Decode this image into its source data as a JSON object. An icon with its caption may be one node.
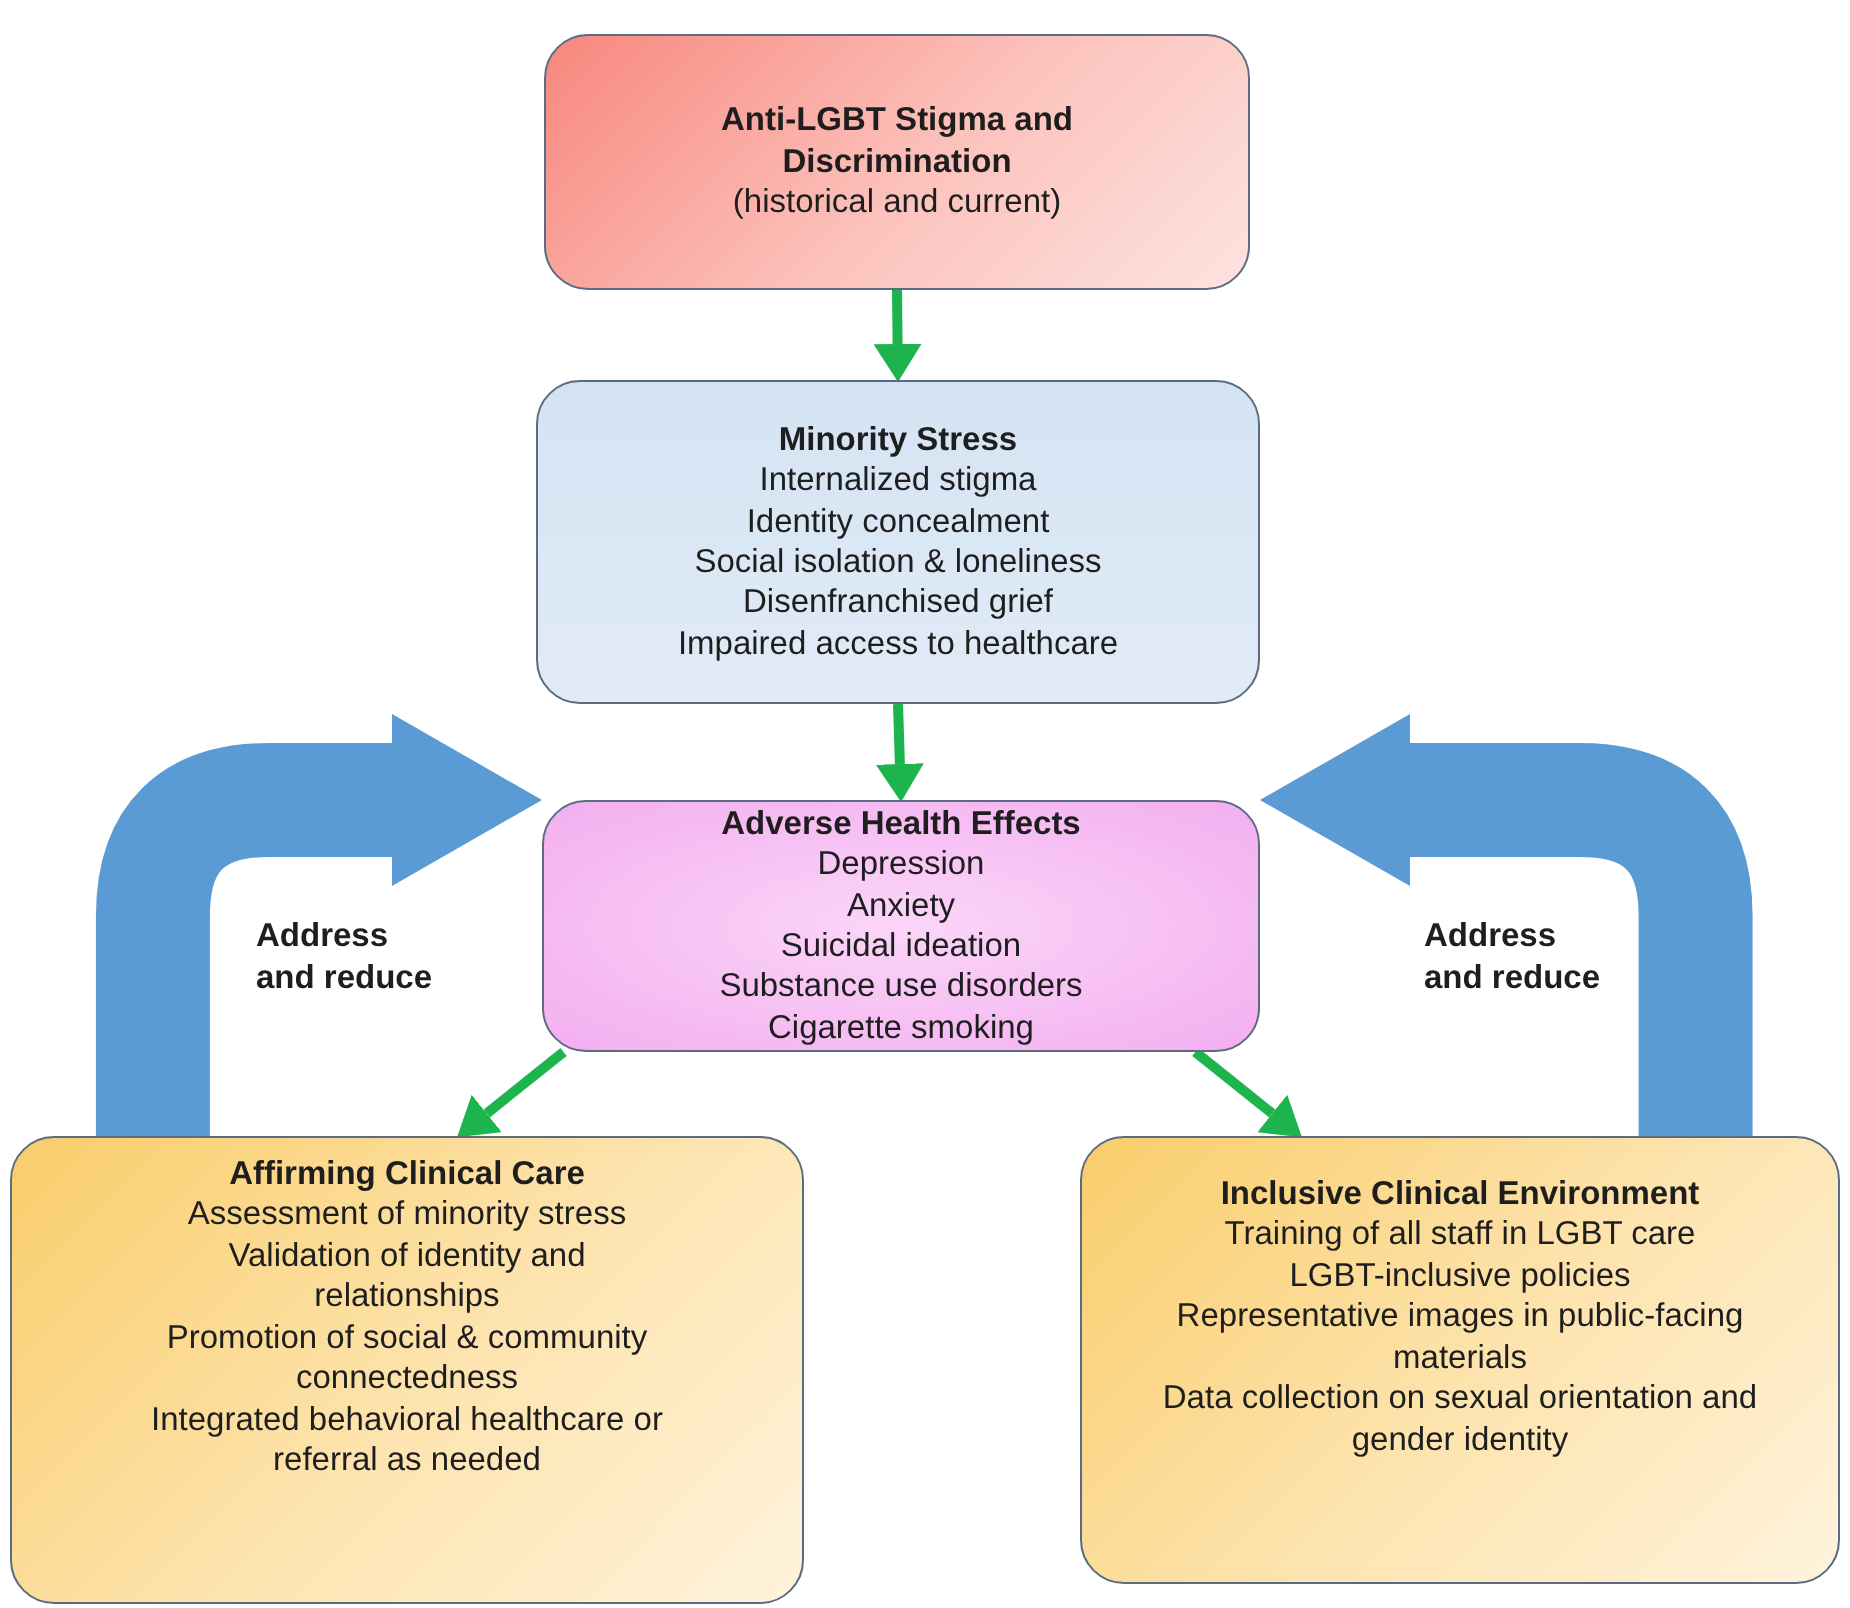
{
  "diagram": {
    "nodes": [
      {
        "text": [
          "Anti-LGBT Stigma and Discrimination",
          "(historical and current)"
        ]
      },
      {
        "text": [
          "Minority Stress",
          "Internalized stigma",
          "Identity concealment",
          "Social isolation & loneliness",
          "Disenfranchised grief",
          "Impaired access to healthcare"
        ]
      },
      {
        "text": [
          "Adverse Health Effects",
          "Depression",
          "Anxiety",
          "Suicidal ideation",
          "Substance use disorders",
          "Cigarette smoking"
        ]
      },
      {
        "text": [
          "Affirming Clinical Care",
          "Assessment of minority stress",
          "Validation of identity and relationships",
          "Promotion of social & community connectedness",
          "Integrated behavioral healthcare or referral as needed"
        ]
      },
      {
        "text": [
          "Inclusive Clinical Environment",
          "Training of all staff in LGBT care",
          "LGBT-inclusive policies",
          "Representative images in public-facing materials",
          "Data collection on sexual orientation and gender identity"
        ]
      }
    ],
    "edges": [
      {
        "from": 0,
        "to": 1,
        "arrow": "to"
      },
      {
        "from": 1,
        "to": 2,
        "arrow": "to"
      },
      {
        "from": 2,
        "to": 3,
        "arrow": "to"
      },
      {
        "from": 2,
        "to": 4,
        "arrow": "to"
      },
      {
        "from": 3,
        "to": 2,
        "arrow": "to",
        "label": "Address and reduce",
        "style": "thick",
        "color": "#5b9bd5"
      },
      {
        "from": 4,
        "to": 2,
        "arrow": "to",
        "label": "Address and reduce",
        "style": "thick",
        "color": "#5b9bd5"
      }
    ]
  }
}
